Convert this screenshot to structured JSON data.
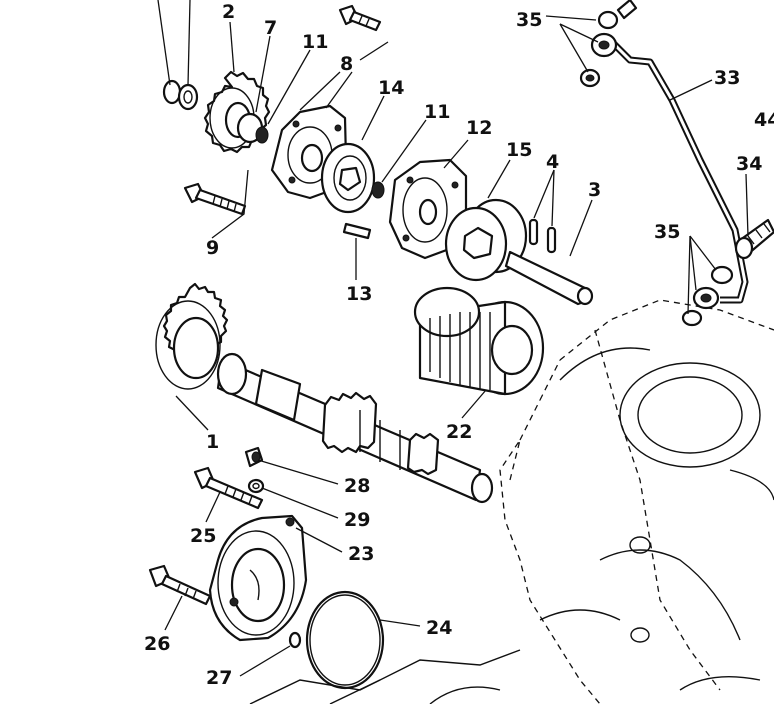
{
  "callouts": {
    "c2": "2",
    "c7": "7",
    "c11a": "11",
    "c8": "8",
    "c14": "14",
    "c11b": "11",
    "c12": "12",
    "c15": "15",
    "c4": "4",
    "c3": "3",
    "c9": "9",
    "c13": "13",
    "c35a": "35",
    "c33": "33",
    "c44": "44",
    "c34": "34",
    "c35b": "35",
    "c22": "22",
    "c1": "1",
    "c28": "28",
    "c29": "29",
    "c25": "25",
    "c23": "23",
    "c24": "24",
    "c26": "26",
    "c27": "27"
  }
}
